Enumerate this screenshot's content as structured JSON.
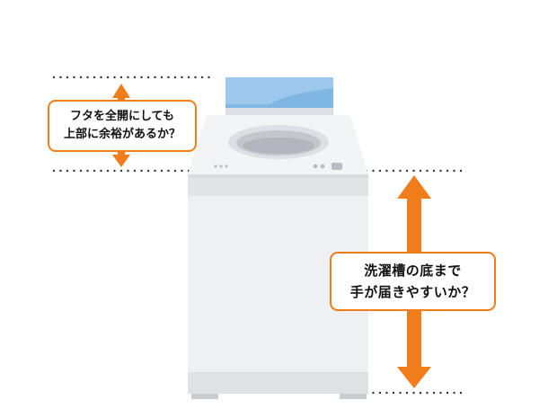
{
  "callouts": {
    "lid_clearance": {
      "line1": "フタを全開にしても",
      "line2": "上部に余裕があるか？"
    },
    "drum_reach": {
      "line1": "洗濯槽の底まで",
      "line2": "手が届きやすいか？"
    }
  },
  "colors": {
    "accent": "#f07d1a",
    "lid_glass": "#7fb6e3",
    "body": "#eef0f3",
    "dots": "#333333"
  },
  "icons": [
    "double-arrow-icon",
    "washing-machine-illustration"
  ]
}
